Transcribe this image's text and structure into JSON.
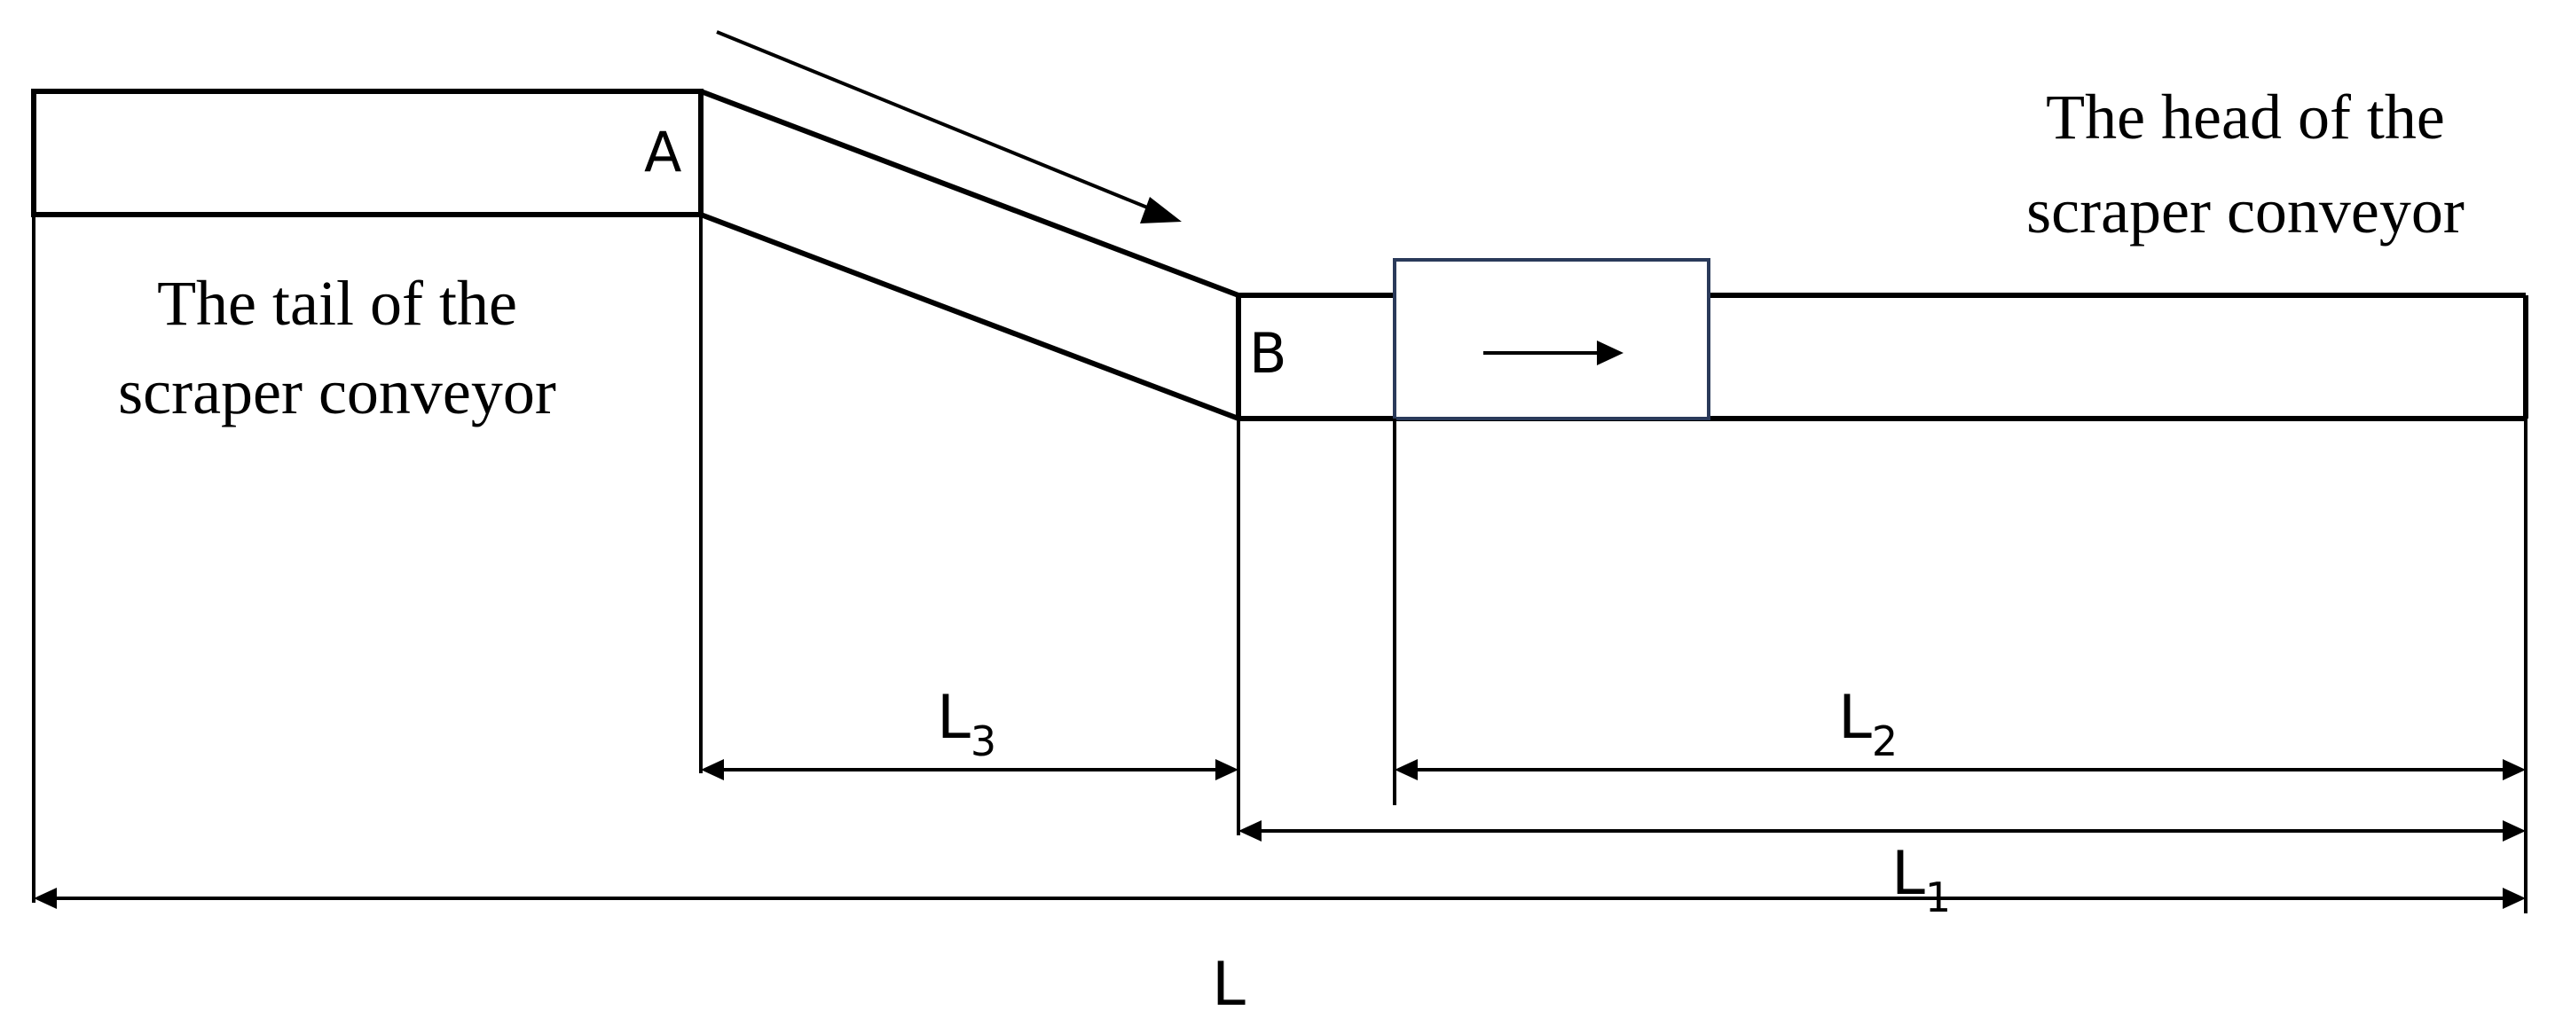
{
  "labels": {
    "tail_line1": "The tail of the",
    "tail_line2": "scraper conveyor",
    "head_line1": "The head of the",
    "head_line2": "scraper conveyor",
    "point_a": "A",
    "point_b": "B"
  },
  "dimensions": {
    "l_main": "L",
    "l1_main": "L",
    "l1_sub": "1",
    "l2_main": "L",
    "l2_sub": "2",
    "l3_main": "L",
    "l3_sub": "3"
  },
  "colors": {
    "line": "#000000",
    "shearer_box": "#2a3a5a",
    "background": "#ffffff"
  }
}
